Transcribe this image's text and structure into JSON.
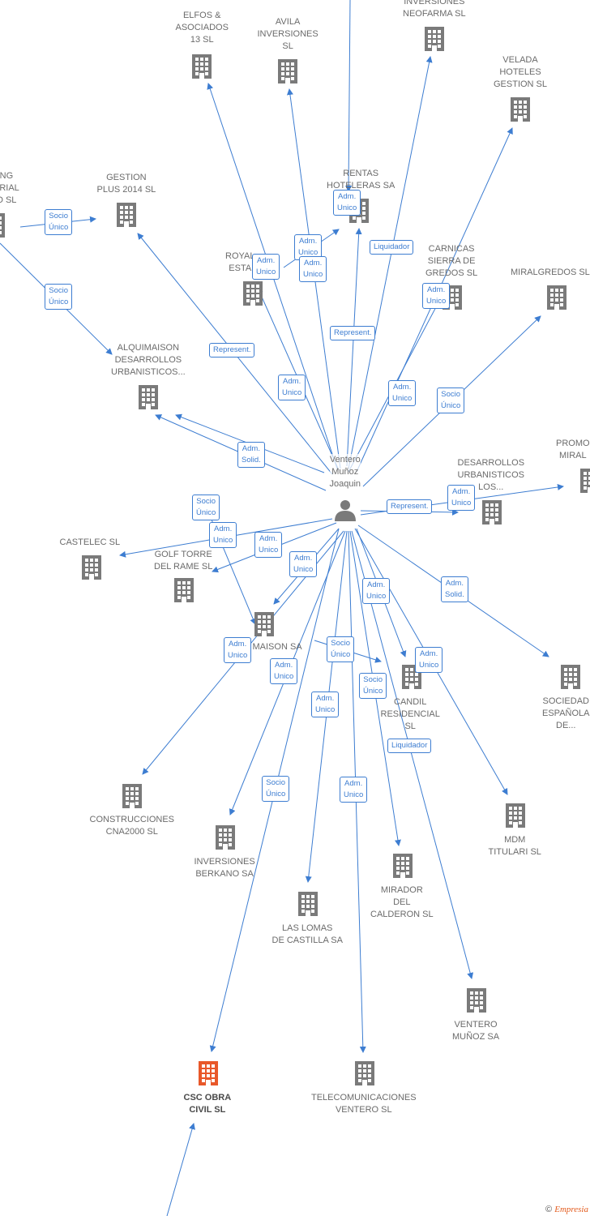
{
  "colors": {
    "edge": "#3d7dd1",
    "building": "#7a7a7a",
    "highlight": "#e8582a",
    "person": "#7a7a7a"
  },
  "center": {
    "icon": "person-icon",
    "lines": [
      "Ventero",
      "Muñoz",
      "Joaquin"
    ]
  },
  "nodes": [
    {
      "id": "elfos",
      "lines": [
        "ELFOS &",
        "ASOCIADOS",
        "13  SL"
      ],
      "icon": "building-icon"
    },
    {
      "id": "avila",
      "lines": [
        "AVILA",
        "INVERSIONES",
        "SL"
      ],
      "icon": "building-icon"
    },
    {
      "id": "neofarma",
      "lines": [
        "INVERSIONES",
        "NEOFARMA SL"
      ],
      "icon": "building-icon"
    },
    {
      "id": "velada",
      "lines": [
        "VELADA",
        "HOTELES",
        "GESTION SL"
      ],
      "icon": "building-icon"
    },
    {
      "id": "gestion",
      "lines": [
        "GESTION",
        "PLUS 2014  SL"
      ],
      "icon": "building-icon"
    },
    {
      "id": "leftcut",
      "lines": [
        "NG",
        "ARIAL",
        "O  SL"
      ],
      "icon": "building-icon"
    },
    {
      "id": "rentas",
      "lines": [
        "RENTAS",
        "HOTELERAS SA"
      ],
      "icon": "building-icon"
    },
    {
      "id": "royal",
      "lines": [
        "ROYAL",
        "ESTA"
      ],
      "icon": "building-icon"
    },
    {
      "id": "carnicas",
      "lines": [
        "CARNICAS",
        "SIERRA DE",
        "GREDOS SL"
      ],
      "icon": "building-icon"
    },
    {
      "id": "miralgredos",
      "lines": [
        "MIRALGREDOS SL"
      ],
      "icon": "building-icon"
    },
    {
      "id": "alquimaison",
      "lines": [
        "ALQUIMAISON",
        "DESARROLLOS",
        "URBANISTICOS..."
      ],
      "icon": "building-icon"
    },
    {
      "id": "desarrollos",
      "lines": [
        "DESARROLLOS",
        "URBANISTICOS",
        "LOS..."
      ],
      "icon": "building-icon"
    },
    {
      "id": "promo",
      "lines": [
        "PROMO",
        "MIRAL"
      ],
      "icon": "building-icon"
    },
    {
      "id": "castelec",
      "lines": [
        "CASTELEC SL"
      ],
      "icon": "building-icon"
    },
    {
      "id": "golf",
      "lines": [
        "GOLF TORRE",
        "DEL RAME SL"
      ],
      "icon": "building-icon"
    },
    {
      "id": "maison",
      "lines": [
        "MAISON SA"
      ],
      "icon": "building-icon"
    },
    {
      "id": "candil",
      "lines": [
        "CANDIL",
        "RESIDENCIAL",
        "SL"
      ],
      "icon": "building-icon"
    },
    {
      "id": "sociedad",
      "lines": [
        "SOCIEDAD",
        "ESPAÑOLA",
        "DE..."
      ],
      "icon": "building-icon"
    },
    {
      "id": "construcciones",
      "lines": [
        "CONSTRUCCIONES",
        "CNA2000 SL"
      ],
      "icon": "building-icon"
    },
    {
      "id": "mdm",
      "lines": [
        "MDM",
        "TITULARI SL"
      ],
      "icon": "building-icon"
    },
    {
      "id": "berkano",
      "lines": [
        "INVERSIONES",
        "BERKANO SA"
      ],
      "icon": "building-icon"
    },
    {
      "id": "mirador",
      "lines": [
        "MIRADOR",
        "DEL",
        "CALDERON SL"
      ],
      "icon": "building-icon"
    },
    {
      "id": "lomas",
      "lines": [
        "LAS LOMAS",
        "DE CASTILLA SA"
      ],
      "icon": "building-icon"
    },
    {
      "id": "venterosa",
      "lines": [
        "VENTERO",
        "MUÑOZ SA"
      ],
      "icon": "building-icon"
    },
    {
      "id": "csc",
      "lines": [
        "CSC OBRA",
        "CIVIL  SL"
      ],
      "icon": "building-icon",
      "highlight": true
    },
    {
      "id": "telecom",
      "lines": [
        "TELECOMUNICACIONES",
        "VENTERO SL"
      ],
      "icon": "building-icon"
    }
  ],
  "edge_labels": [
    {
      "id": "e1",
      "lines": [
        "Socio",
        "Único"
      ]
    },
    {
      "id": "e2",
      "lines": [
        "Socio",
        "Único"
      ]
    },
    {
      "id": "e3",
      "lines": [
        "Adm.",
        "Unico"
      ]
    },
    {
      "id": "e4",
      "lines": [
        "Adm.",
        "Unico"
      ]
    },
    {
      "id": "e5",
      "lines": [
        "Adm.",
        "Unico"
      ]
    },
    {
      "id": "e6",
      "lines": [
        "Adm.",
        "Unico"
      ]
    },
    {
      "id": "e7",
      "lines": [
        "Liquidador"
      ]
    },
    {
      "id": "e8",
      "lines": [
        "Adm.",
        "Unico"
      ]
    },
    {
      "id": "e9",
      "lines": [
        "Represent."
      ]
    },
    {
      "id": "e10",
      "lines": [
        "Represent."
      ]
    },
    {
      "id": "e11",
      "lines": [
        "Adm.",
        "Unico"
      ]
    },
    {
      "id": "e12",
      "lines": [
        "Adm.",
        "Unico"
      ]
    },
    {
      "id": "e13",
      "lines": [
        "Socio",
        "Único"
      ]
    },
    {
      "id": "e14",
      "lines": [
        "Adm.",
        "Solid."
      ]
    },
    {
      "id": "e15",
      "lines": [
        "Adm.",
        "Unico"
      ]
    },
    {
      "id": "e16",
      "lines": [
        "Represent."
      ]
    },
    {
      "id": "e17",
      "lines": [
        "Socio",
        "Único"
      ]
    },
    {
      "id": "e18",
      "lines": [
        "Adm.",
        "Unico"
      ]
    },
    {
      "id": "e19",
      "lines": [
        "Adm.",
        "Unico"
      ]
    },
    {
      "id": "e20",
      "lines": [
        "Adm.",
        "Unico"
      ]
    },
    {
      "id": "e21",
      "lines": [
        "Adm.",
        "Unico"
      ]
    },
    {
      "id": "e22",
      "lines": [
        "Adm.",
        "Solid."
      ]
    },
    {
      "id": "e23",
      "lines": [
        "Adm.",
        "Unico"
      ]
    },
    {
      "id": "e24",
      "lines": [
        "Socio",
        "Único"
      ]
    },
    {
      "id": "e25",
      "lines": [
        "Adm.",
        "Unico"
      ]
    },
    {
      "id": "e26",
      "lines": [
        "Socio",
        "Único"
      ]
    },
    {
      "id": "e27",
      "lines": [
        "Adm.",
        "Unico"
      ]
    },
    {
      "id": "e28",
      "lines": [
        "Adm.",
        "Unico"
      ]
    },
    {
      "id": "e29",
      "lines": [
        "Liquidador"
      ]
    },
    {
      "id": "e30",
      "lines": [
        "Socio",
        "Único"
      ]
    },
    {
      "id": "e31",
      "lines": [
        "Adm.",
        "Unico"
      ]
    }
  ],
  "copyright": {
    "symbol": "©",
    "brand_initial": "E",
    "brand_rest": "mpresia"
  }
}
